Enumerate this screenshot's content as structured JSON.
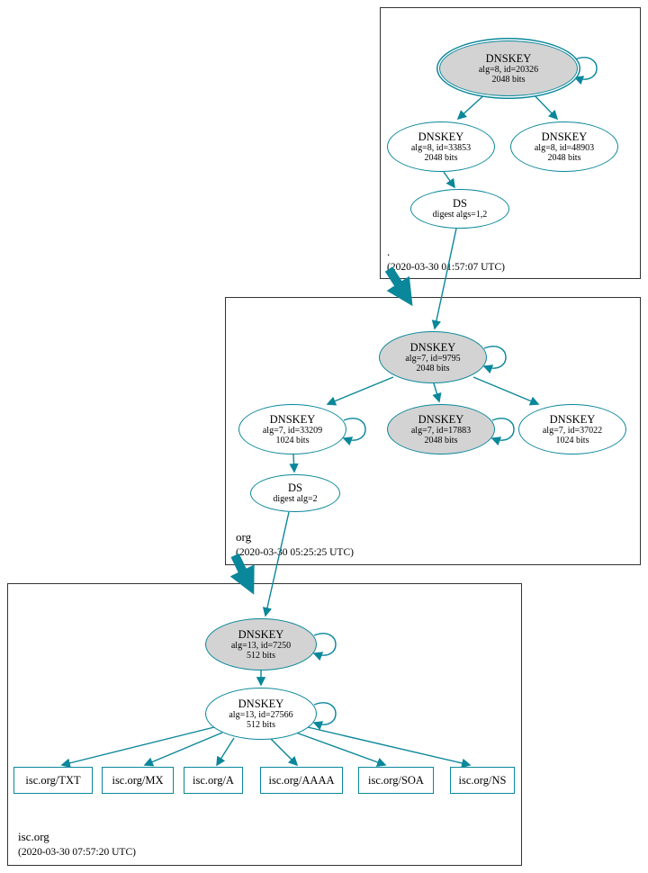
{
  "colors": {
    "teal": "#0a879a",
    "gray_fill": "#d3d3d3"
  },
  "zones": [
    {
      "label": ".",
      "timestamp": "(2020-03-30 01:57:07 UTC)",
      "nodes": [
        {
          "title": "DNSKEY",
          "detail1": "alg=8, id=20326",
          "detail2": "2048 bits"
        },
        {
          "title": "DNSKEY",
          "detail1": "alg=8, id=33853",
          "detail2": "2048 bits"
        },
        {
          "title": "DNSKEY",
          "detail1": "alg=8, id=48903",
          "detail2": "2048 bits"
        },
        {
          "title": "DS",
          "detail1": "digest algs=1,2"
        }
      ]
    },
    {
      "label": "org",
      "timestamp": "(2020-03-30 05:25:25 UTC)",
      "nodes": [
        {
          "title": "DNSKEY",
          "detail1": "alg=7, id=9795",
          "detail2": "2048 bits"
        },
        {
          "title": "DNSKEY",
          "detail1": "alg=7, id=33209",
          "detail2": "1024 bits"
        },
        {
          "title": "DNSKEY",
          "detail1": "alg=7, id=17883",
          "detail2": "2048 bits"
        },
        {
          "title": "DNSKEY",
          "detail1": "alg=7, id=37022",
          "detail2": "1024 bits"
        },
        {
          "title": "DS",
          "detail1": "digest alg=2"
        }
      ]
    },
    {
      "label": "isc.org",
      "timestamp": "(2020-03-30 07:57:20 UTC)",
      "nodes": [
        {
          "title": "DNSKEY",
          "detail1": "alg=13, id=7250",
          "detail2": "512 bits"
        },
        {
          "title": "DNSKEY",
          "detail1": "alg=13, id=27566",
          "detail2": "512 bits"
        }
      ],
      "rrsets": [
        "isc.org/TXT",
        "isc.org/MX",
        "isc.org/A",
        "isc.org/AAAA",
        "isc.org/SOA",
        "isc.org/NS"
      ]
    }
  ]
}
